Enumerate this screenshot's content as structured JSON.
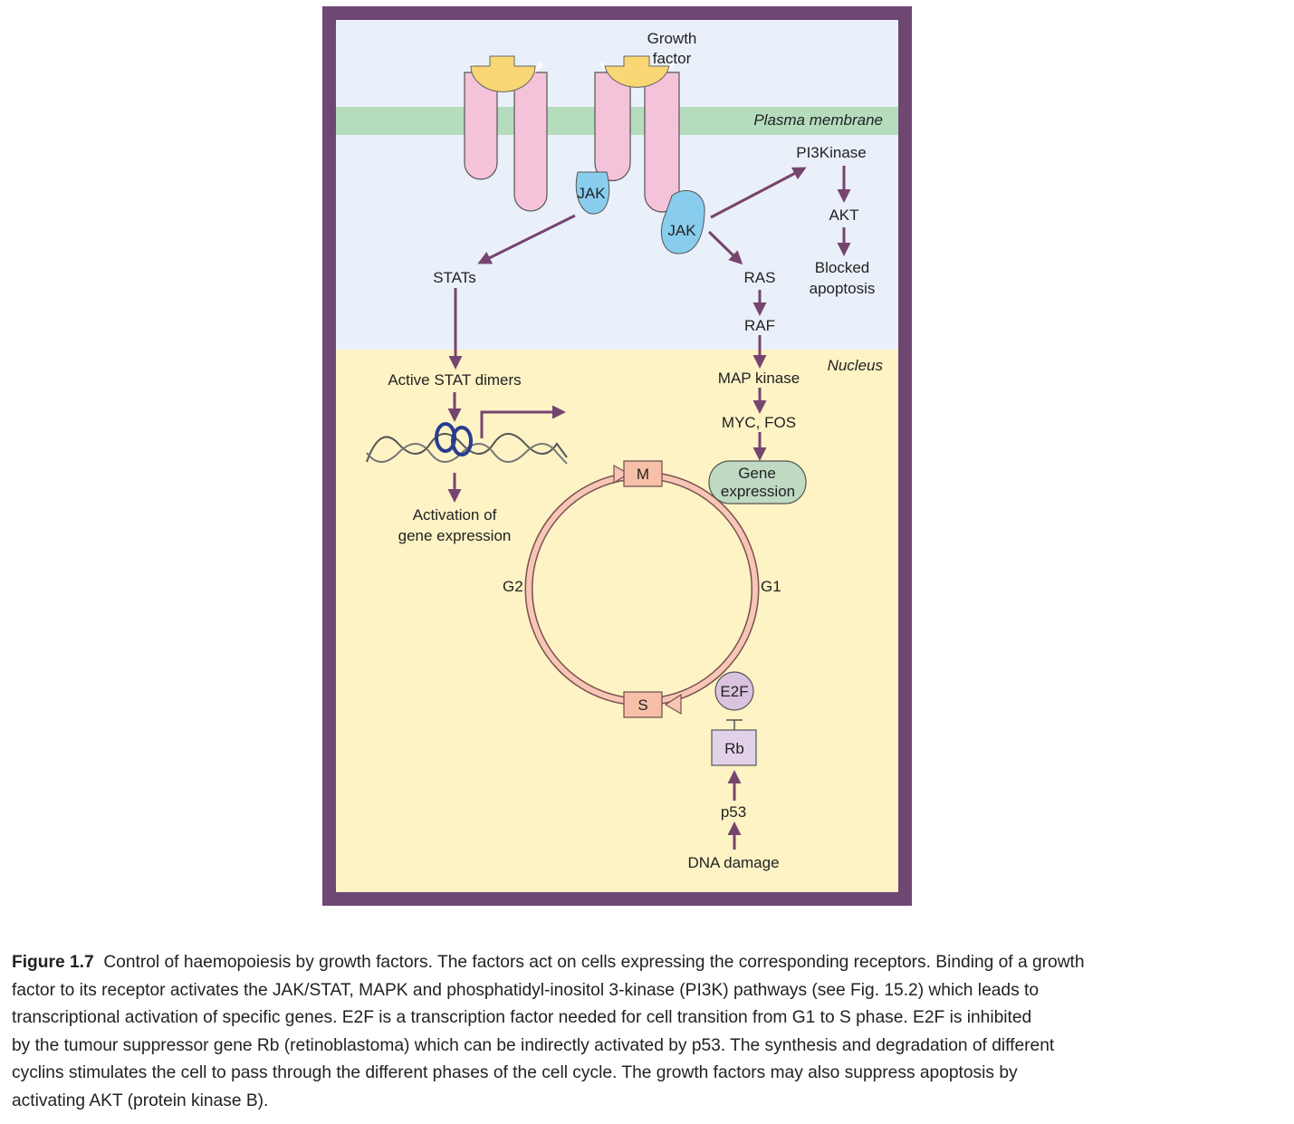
{
  "labels": {
    "growth_factor": [
      "Growth",
      "factor"
    ],
    "plasma_membrane": "Plasma membrane",
    "nucleus": "Nucleus",
    "jak_left": "JAK",
    "jak_right": "JAK",
    "stats": "STATs",
    "active_stat_dimers": "Active STAT dimers",
    "activation_gene_expression": [
      "Activation of",
      "gene expression"
    ],
    "pi3kinase": "PI3Kinase",
    "akt": "AKT",
    "blocked_apoptosis": [
      "Blocked",
      "apoptosis"
    ],
    "ras": "RAS",
    "raf": "RAF",
    "map_kinase": "MAP kinase",
    "myc_fos": "MYC, FOS",
    "gene_expression": [
      "Gene",
      "expression"
    ],
    "phase_m": "M",
    "phase_s": "S",
    "phase_g1": "G1",
    "phase_g2": "G2",
    "e2f": "E2F",
    "rb": "Rb",
    "p53": "p53",
    "dna_damage": "DNA damage"
  },
  "caption": {
    "figure_label": "Figure 1.7",
    "lines": [
      "Control of haemopoiesis by growth factors. The factors act on cells expressing the corresponding receptors. Binding of a growth",
      "factor to its receptor activates the JAK/STAT, MAPK and phosphatidyl-inositol 3-kinase (PI3K) pathways (see Fig. 15.2) which leads to",
      "transcriptional activation of specific genes. E2F is a transcription factor needed for cell transition from G1 to S phase. E2F is inhibited",
      "by the tumour suppressor gene Rb (retinoblastoma) which can be indirectly activated by p53. The synthesis and degradation of different",
      "cyclins stimulates the cell to pass through the different phases of the cell cycle. The growth factors may also suppress apoptosis by",
      "activating AKT (protein kinase B)."
    ]
  },
  "colors": {
    "frame": "#6e4773",
    "cytoplasm": "#eaf0f9",
    "nucleus": "#fdf3c5",
    "membrane": "#b6dcbe",
    "receptor": "#f4c3d9",
    "ligand": "#f9d774",
    "jak": "#89cdee",
    "arrow": "#76456f",
    "gene_expression_box": "#bfd9c3",
    "phase_box": "#f7bfa8",
    "cycle_ring": "#f7c6b5",
    "e2f": "#d9c3de",
    "rb": "#e2d2e9",
    "dna": "#555555",
    "stat_dimer": "#283d8e"
  }
}
